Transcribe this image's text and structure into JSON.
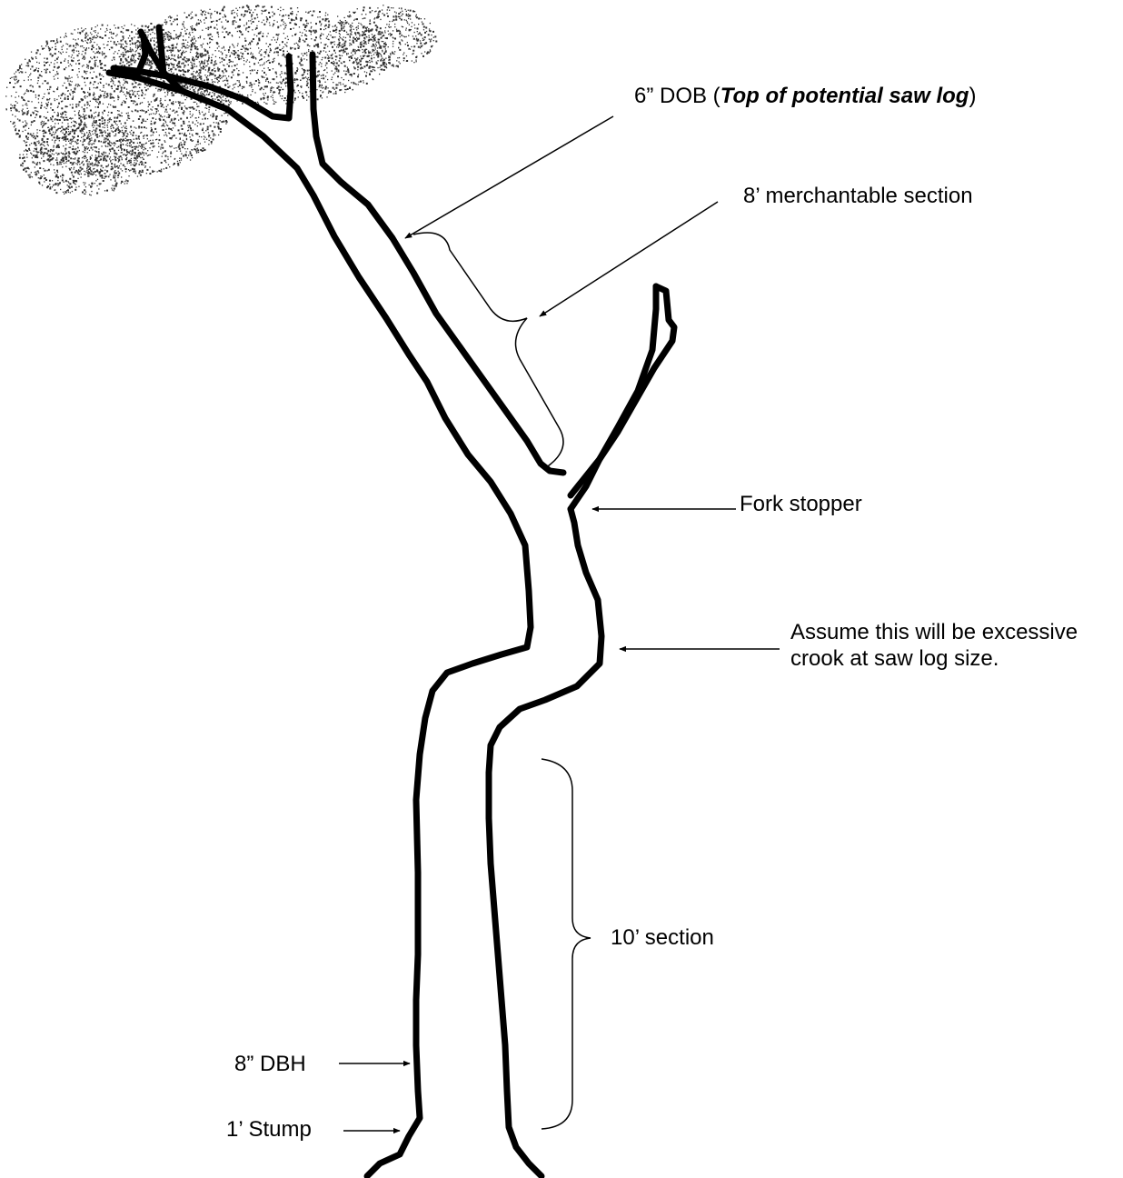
{
  "colors": {
    "ink": "#000000",
    "background": "#ffffff",
    "foliage": "#333333"
  },
  "labels": {
    "dob_prefix": "6” DOB (",
    "dob_emphasis": "Top of potential saw log",
    "dob_suffix": ")",
    "merchantable": "8’ merchantable section",
    "fork": "Fork stopper",
    "crook_line1": "Assume this will be excessive",
    "crook_line2": "crook at saw log size.",
    "section10": "10’ section",
    "dbh": "8” DBH",
    "stump": "1’ Stump"
  }
}
